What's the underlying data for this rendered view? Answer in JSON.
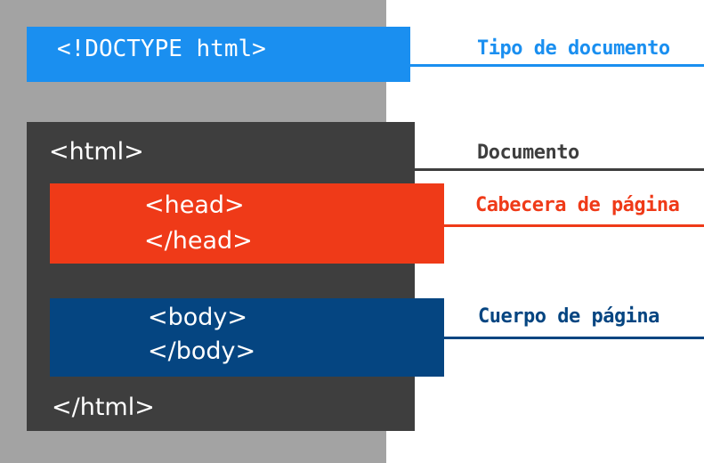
{
  "code": {
    "doctype": "<!DOCTYPE html>",
    "html_open": "<html>",
    "head_open": "<head>",
    "head_close": "</head>",
    "body_open": "<body>",
    "body_close": "</body>",
    "html_close": "</html>"
  },
  "labels": {
    "doctype": "Tipo de documento",
    "html": "Documento",
    "head": "Cabecera de página",
    "body": "Cuerpo de página"
  },
  "colors": {
    "doctype": "#1a8ff0",
    "html": "#3e3e3e",
    "head": "#ef3a18",
    "body": "#054581",
    "panel": "#a3a3a3"
  }
}
